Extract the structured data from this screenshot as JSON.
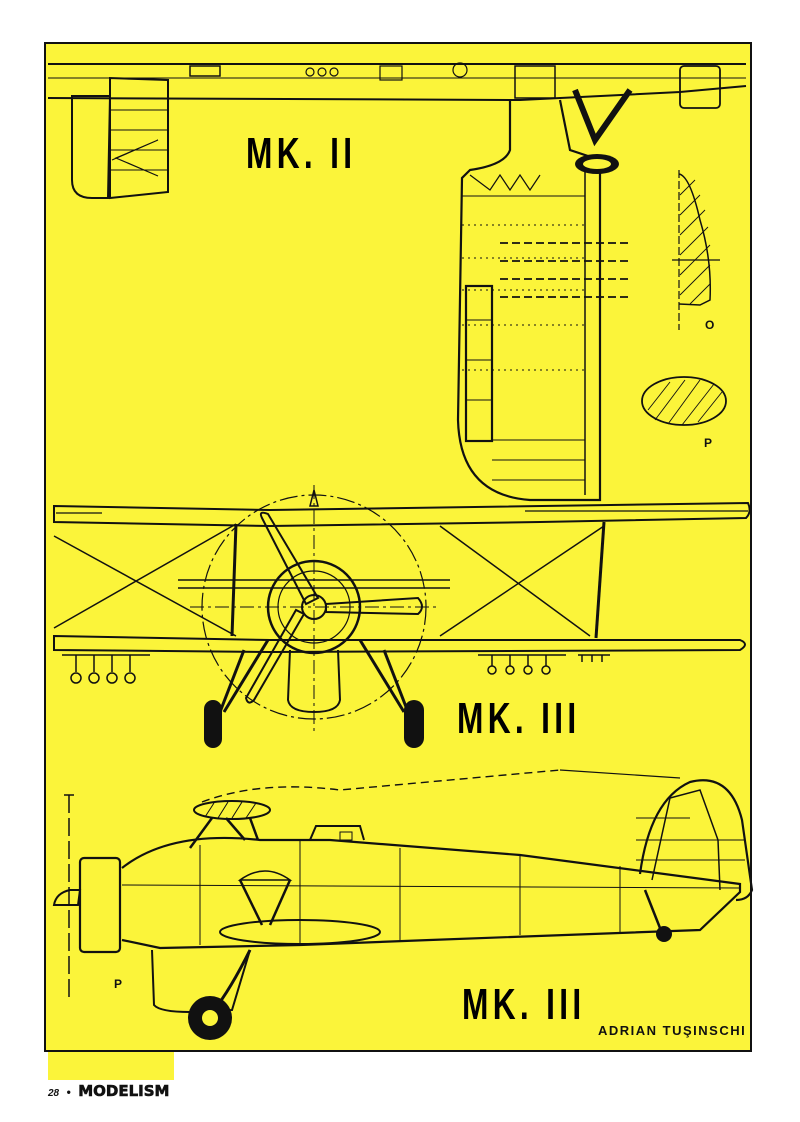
{
  "drawing": {
    "background_color": "#fbf43a",
    "line_color": "#111111",
    "views": [
      {
        "id": "top-view",
        "label": "MK. II"
      },
      {
        "id": "front-view",
        "label": "MK. III"
      },
      {
        "id": "side-view",
        "label": "MK. III"
      }
    ],
    "section_labels": {
      "strut_section_o": "O",
      "strut_section_p": "P",
      "side_marker_p": "P"
    },
    "author": "ADRIAN TUŞINSCHI"
  },
  "footer": {
    "page_number": "28",
    "separator": "•",
    "magazine": "MODELISM"
  }
}
